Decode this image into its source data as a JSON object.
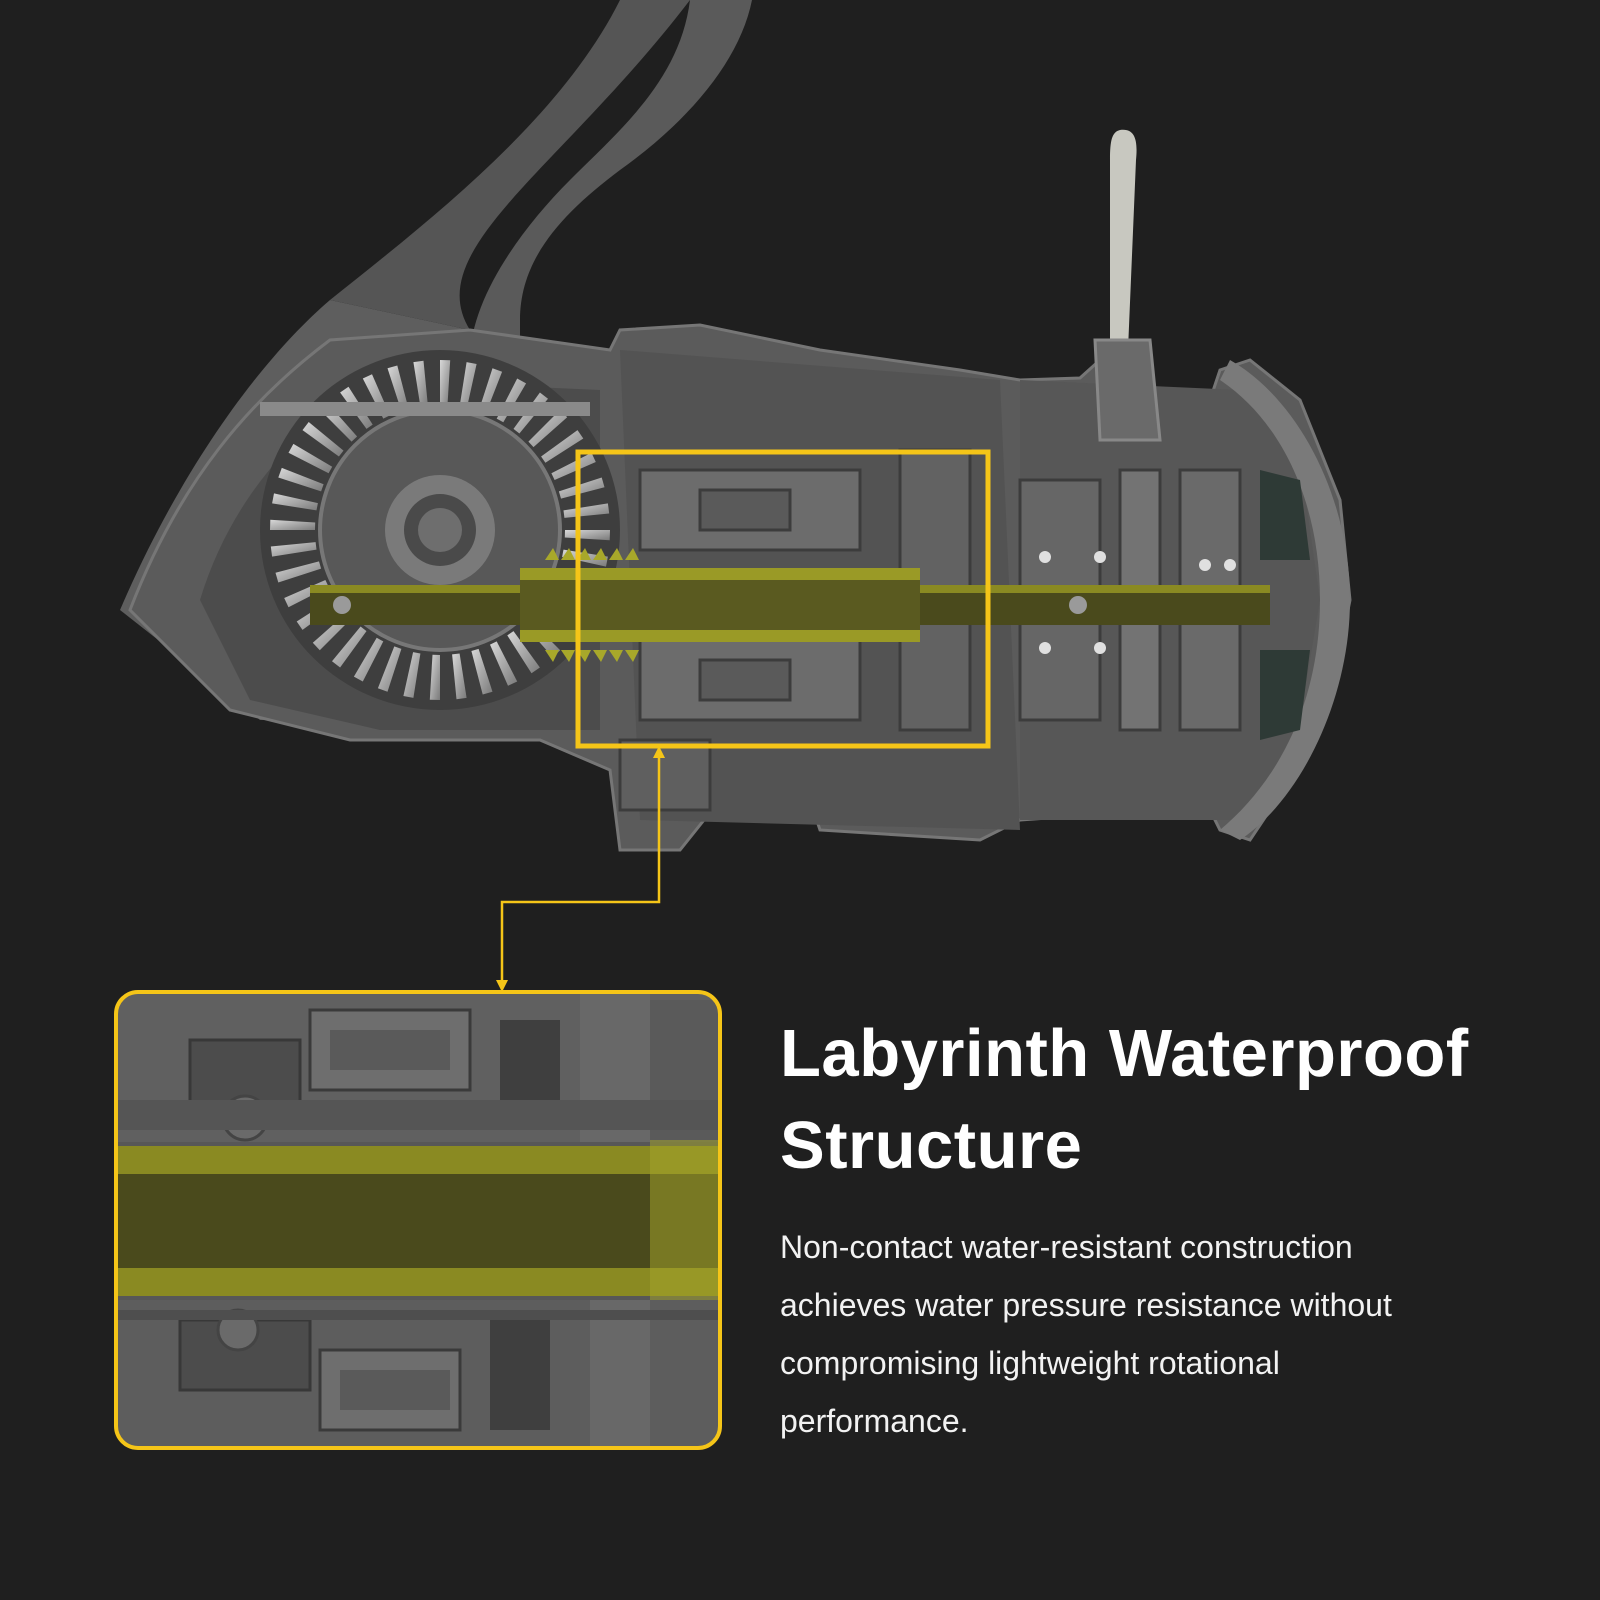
{
  "feature": {
    "title_lines": [
      "Labyrinth Waterproof",
      "Structure"
    ],
    "description_lines": [
      "Non-contact water-resistant construction",
      "achieves water pressure resistance without",
      "compromising lightweight rotational",
      "performance."
    ]
  },
  "colors": {
    "background": "#1f1f1f",
    "highlight": "#f5c518",
    "shaft": "#4a4a1c",
    "shaft_light": "#8a8a22",
    "metal": "#6b6b6b",
    "metal_dark": "#4e4e4e"
  },
  "icons": {
    "illustration": "reel-cutaway-illustration",
    "zoom_inset": "zoom-inset-detail"
  }
}
